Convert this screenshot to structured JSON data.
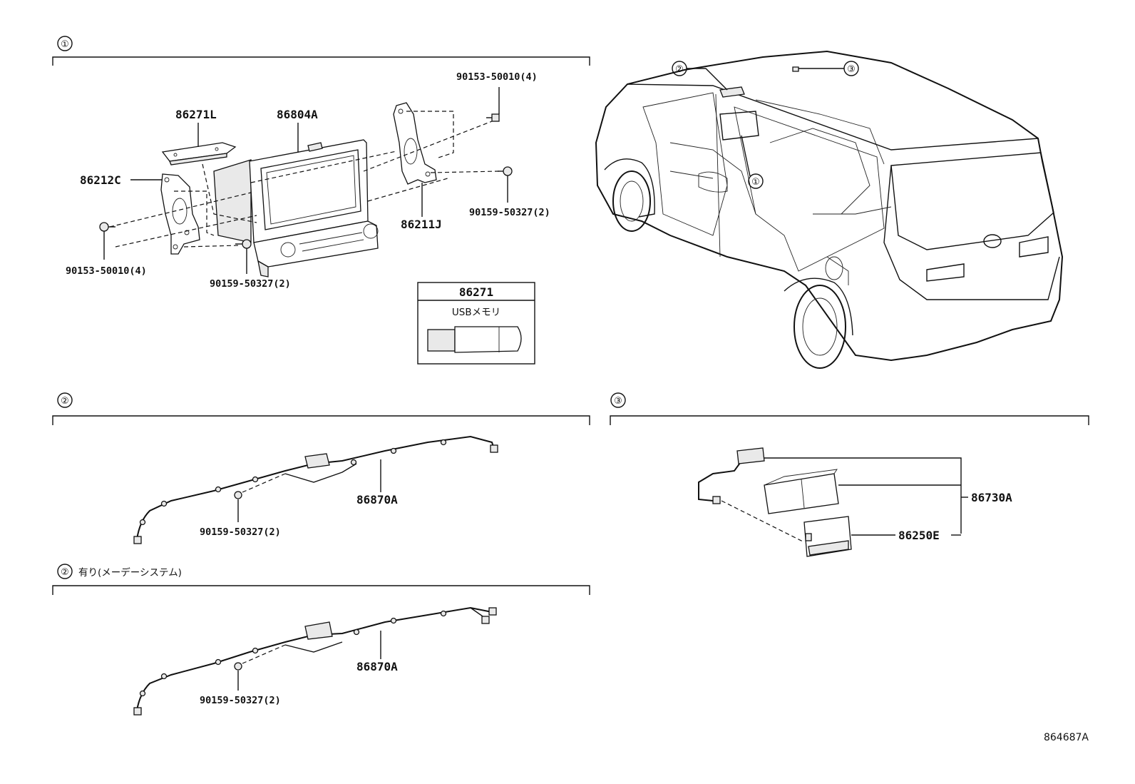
{
  "section1": {
    "marker": "①",
    "labels": {
      "p86271L": "86271L",
      "p86804A": "86804A",
      "p86212C": "86212C",
      "p86211J": "86211J",
      "bolt_a_top": "90153-50010(4)",
      "bolt_b_right": "90159-50327(2)",
      "bolt_a_left": "90153-50010(4)",
      "bolt_b_bottom": "90159-50327(2)"
    },
    "usb_box": {
      "part_number": "86271",
      "caption": "USBメモリ"
    }
  },
  "vehicle": {
    "markers": [
      "②",
      "③",
      "①"
    ]
  },
  "section2": {
    "marker": "②",
    "labels": {
      "harness": "86870A",
      "bolt": "90159-50327(2)"
    }
  },
  "section2b": {
    "marker": "②",
    "caption": "有り(メーデーシステム)",
    "labels": {
      "harness": "86870A",
      "bolt": "90159-50327(2)"
    }
  },
  "section3": {
    "marker": "③",
    "labels": {
      "p86730A": "86730A",
      "p86250E": "86250E"
    }
  },
  "figure_id": "864687A"
}
